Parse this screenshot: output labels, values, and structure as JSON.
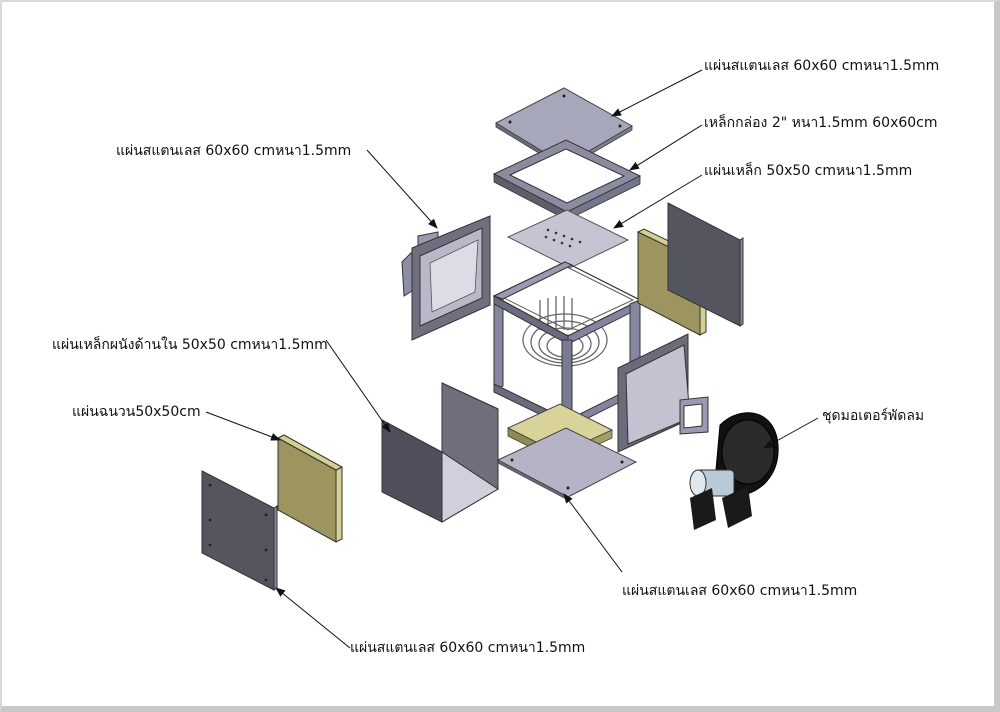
{
  "labels": {
    "top_cover": "แผ่นสแตนเลส 60x60 cmหนา1.5mm",
    "box_frame": "เหล็กกล่อง 2\" หนา1.5mm 60x60cm",
    "inner_plate": "แผ่นเหล็ก 50x50 cmหนา1.5mm",
    "left_cover": "แผ่นสแตนเลส 60x60 cmหนา1.5mm",
    "inner_wall": "แผ่นเหล็กผนังด้านใน 50x50 cmหนา1.5mm",
    "insulation": "แผ่นฉนวน50x50cm",
    "fan_motor": "ชุดมอเตอร์พัดลม",
    "bottom_cover": "แผ่นสแตนเลส 60x60 cmหนา1.5mm",
    "front_cover": "แผ่นสแตนเลส 60x60 cmหนา1.5mm"
  },
  "colors": {
    "steel_light": "#a9a9bd",
    "steel_dark": "#5a5a66",
    "insulation": "#b8b27a",
    "motor": "#1a1a1a"
  }
}
